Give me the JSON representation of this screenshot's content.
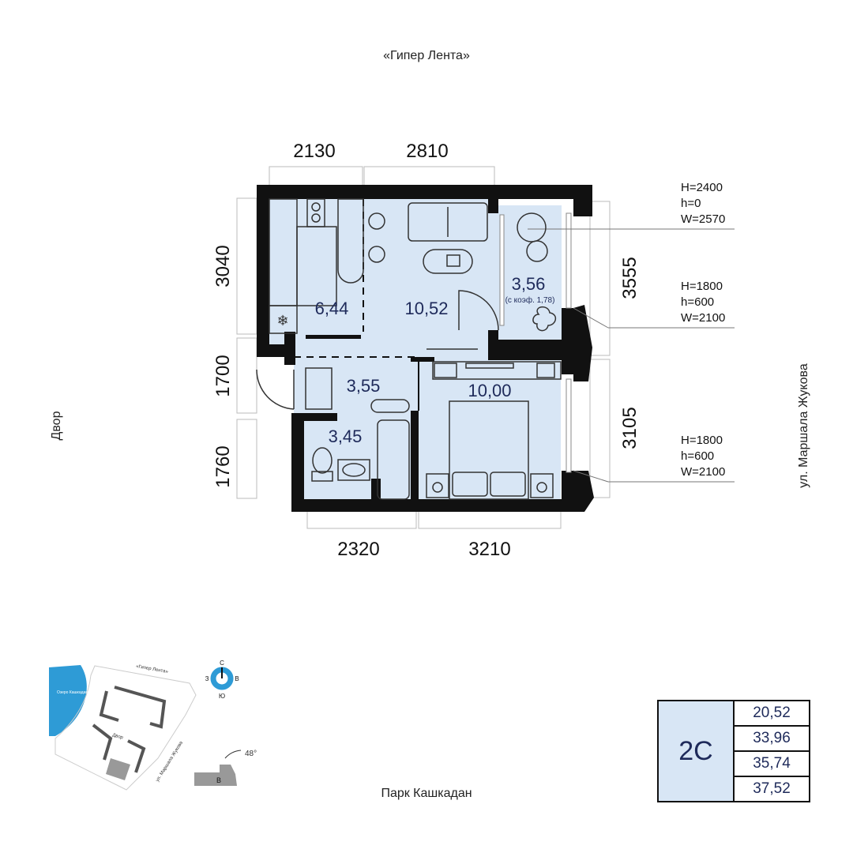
{
  "orientation": {
    "top": "«Гипер Лента»",
    "left": "Двор",
    "right": "ул. Маршала Жукова",
    "bottom": "Парк Кашкадан"
  },
  "dimensions": {
    "top": [
      "2130",
      "2810"
    ],
    "bottom": [
      "2320",
      "3210"
    ],
    "left": [
      "3040",
      "1700",
      "1760"
    ],
    "right": [
      "3555",
      "3105"
    ]
  },
  "rooms": {
    "kitchen": "6,44",
    "living": "10,52",
    "balcony": "3,56",
    "balcony_coef": "(с коэф. 1,78)",
    "hall": "3,55",
    "bedroom": "10,00",
    "bath": "3,45"
  },
  "windows": [
    {
      "H": "H=2400",
      "h": "h=0",
      "W": "W=2570"
    },
    {
      "H": "H=1800",
      "h": "h=600",
      "W": "W=2100"
    },
    {
      "H": "H=1800",
      "h": "h=600",
      "W": "W=2100"
    }
  ],
  "minimap": {
    "lake": "Озеро Кашкадан",
    "top": "«Гипер Лента»",
    "yard": "Двор",
    "street": "ул. Маршала Жукова",
    "angle": "48°",
    "section": "В"
  },
  "compass": {
    "n": "С",
    "s": "Ю",
    "w": "З",
    "e": "В"
  },
  "apartment": {
    "code": "2С",
    "areas": [
      "20,52",
      "33,96",
      "35,74",
      "37,52"
    ]
  },
  "colors": {
    "room_fill": "#d8e6f5",
    "wall": "#111111",
    "text": "#1e2a5a",
    "lake": "#2e9bd6"
  }
}
